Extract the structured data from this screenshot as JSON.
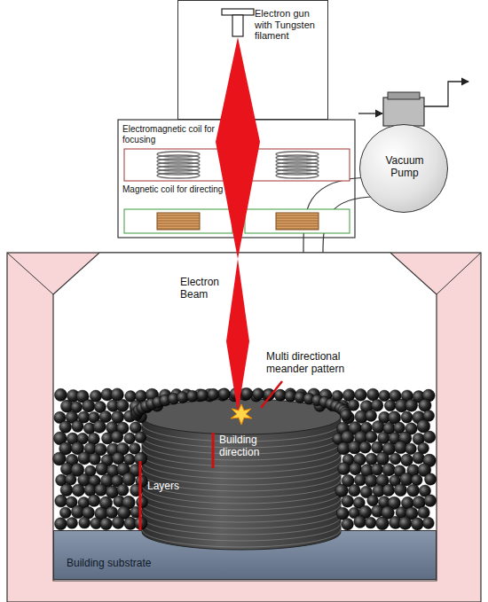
{
  "diagram": {
    "nodes": [
      {
        "text": [
          "Electron gun with Tungsten filament"
        ]
      },
      {
        "text": [
          "Vacuum Pump"
        ]
      },
      {
        "text": [
          "Building substrate"
        ]
      }
    ],
    "labels": [
      "Electromagnetic coil for focusing",
      "Magnetic coil for directing",
      "Electron Beam",
      "Multi directional meander pattern",
      "Building direction",
      "Layers"
    ]
  }
}
